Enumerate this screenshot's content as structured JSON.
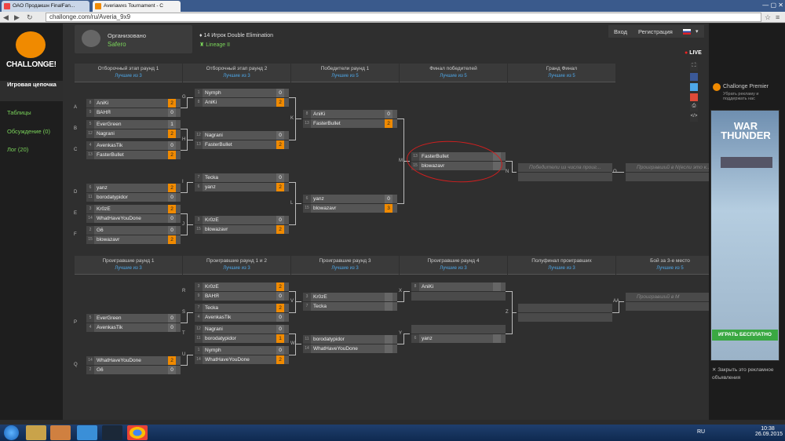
{
  "browser": {
    "tabs": [
      "ОАО Продакшн FinalFan...",
      "Averiawxs Tournament - C"
    ],
    "url": "challonge.com/ru/Averia_9x9",
    "nav_back": "◀",
    "nav_fwd": "▶",
    "reload": "↻",
    "star": "☆",
    "menu": "≡"
  },
  "sidebar": {
    "logo": "CHALLONGE!",
    "items": [
      "Игровая цепочка",
      "Таблицы",
      "Обсуждение (0)",
      "Лог (20)"
    ]
  },
  "header": {
    "org_label": "Организовано",
    "org_name": "Safero",
    "info": "14 Игрок Double Elimination",
    "game": "Lineage II",
    "login": "Вход",
    "register": "Регистрация",
    "live": "LIVE"
  },
  "winners_columns": [
    {
      "title": "Отборочный этап раунд 1",
      "sub": "Лучшие из 3"
    },
    {
      "title": "Отборочный этап раунд 2",
      "sub": "Лучшие из 3"
    },
    {
      "title": "Победители раунд 1",
      "sub": "Лучшие из 5"
    },
    {
      "title": "Финал победителей",
      "sub": "Лучшие из 5"
    },
    {
      "title": "Гранд Финал",
      "sub": "Лучшие из 5"
    }
  ],
  "losers_columns": [
    {
      "title": "Проигравшие раунд 1",
      "sub": "Лучшие из 3"
    },
    {
      "title": "Проигравшие раунд 1 и 2",
      "sub": "Лучшие из 3"
    },
    {
      "title": "Проигравшие раунд 3",
      "sub": "Лучшие из 3"
    },
    {
      "title": "Проигравшие раунд 4",
      "sub": "Лучшие из 3"
    },
    {
      "title": "Полуфинал проигравших",
      "sub": "Лучшие из 3"
    },
    {
      "title": "Бой за 3-е место",
      "sub": "Лучшие из 5"
    }
  ],
  "matches": [
    {
      "label": "A",
      "p1": {
        "seed": "8",
        "name": "AniKi",
        "score": "2",
        "win": true
      },
      "p2": {
        "seed": "9",
        "name": "ВАНЯ",
        "score": "0",
        "win": false
      }
    },
    {
      "label": "B",
      "p1": {
        "seed": "5",
        "name": "EverGreen",
        "score": "1",
        "win": false
      },
      "p2": {
        "seed": "12",
        "name": "Nagrani",
        "score": "2",
        "win": true
      }
    },
    {
      "label": "C",
      "p1": {
        "seed": "4",
        "name": "AvenkasTik",
        "score": "0",
        "win": false
      },
      "p2": {
        "seed": "13",
        "name": "FasterBullet",
        "score": "2",
        "win": true
      }
    },
    {
      "label": "D",
      "p1": {
        "seed": "6",
        "name": "yanz",
        "score": "2",
        "win": true
      },
      "p2": {
        "seed": "11",
        "name": "borodatypidor",
        "score": "0",
        "win": false
      }
    },
    {
      "label": "E",
      "p1": {
        "seed": "3",
        "name": "Kr0zE",
        "score": "2",
        "win": true
      },
      "p2": {
        "seed": "14",
        "name": "WhatHaveYouDone",
        "score": "0",
        "win": false
      }
    },
    {
      "label": "F",
      "p1": {
        "seed": "2",
        "name": "G6",
        "score": "0",
        "win": false
      },
      "p2": {
        "seed": "15",
        "name": "blowazavr",
        "score": "2",
        "win": true
      }
    },
    {
      "label": "G",
      "p1": {
        "seed": "1",
        "name": "Nymph",
        "score": "0",
        "win": false
      },
      "p2": {
        "seed": "8",
        "name": "AniKi",
        "score": "2",
        "win": true
      }
    },
    {
      "label": "H",
      "p1": {
        "seed": "12",
        "name": "Nagrani",
        "score": "0",
        "win": false
      },
      "p2": {
        "seed": "13",
        "name": "FasterBullet",
        "score": "2",
        "win": true
      }
    },
    {
      "label": "I",
      "p1": {
        "seed": "7",
        "name": "Tecka",
        "score": "0",
        "win": false
      },
      "p2": {
        "seed": "6",
        "name": "yanz",
        "score": "2",
        "win": true
      }
    },
    {
      "label": "J",
      "p1": {
        "seed": "3",
        "name": "Kr0zE",
        "score": "0",
        "win": false
      },
      "p2": {
        "seed": "15",
        "name": "blowazavr",
        "score": "2",
        "win": true
      }
    },
    {
      "label": "K",
      "p1": {
        "seed": "8",
        "name": "AniKi",
        "score": "0",
        "win": false
      },
      "p2": {
        "seed": "13",
        "name": "FasterBullet",
        "score": "2",
        "win": true
      }
    },
    {
      "label": "L",
      "p1": {
        "seed": "6",
        "name": "yanz",
        "score": "0",
        "win": false
      },
      "p2": {
        "seed": "15",
        "name": "blowazavr",
        "score": "3",
        "win": true
      }
    },
    {
      "label": "M",
      "p1": {
        "seed": "13",
        "name": "FasterBullet",
        "score": "",
        "win": false
      },
      "p2": {
        "seed": "15",
        "name": "blowazavr",
        "score": "",
        "win": false
      }
    },
    {
      "label": "N",
      "p1": {
        "seed": "",
        "name": "Победители из числа проиг...",
        "score": "",
        "win": false,
        "empty": true
      },
      "p2": {
        "seed": "",
        "name": "",
        "score": "",
        "win": false,
        "empty": true
      }
    },
    {
      "label": "O",
      "p1": {
        "seed": "",
        "name": "Проигравший в N(если это к...",
        "score": "",
        "win": false,
        "empty": true
      },
      "p2": {
        "seed": "",
        "name": "",
        "score": "",
        "win": false,
        "empty": true
      }
    },
    {
      "label": "P",
      "p1": {
        "seed": "5",
        "name": "EverGreen",
        "score": "0",
        "win": false
      },
      "p2": {
        "seed": "4",
        "name": "AvenkasTik",
        "score": "0",
        "win": false
      }
    },
    {
      "label": "Q",
      "p1": {
        "seed": "14",
        "name": "WhatHaveYouDone",
        "score": "2",
        "win": true
      },
      "p2": {
        "seed": "2",
        "name": "G6",
        "score": "0",
        "win": false
      }
    },
    {
      "label": "R",
      "p1": {
        "seed": "3",
        "name": "Kr0zE",
        "score": "2",
        "win": true
      },
      "p2": {
        "seed": "9",
        "name": "ВАНЯ",
        "score": "0",
        "win": false
      }
    },
    {
      "label": "S",
      "p1": {
        "seed": "7",
        "name": "Tecka",
        "score": "2",
        "win": true
      },
      "p2": {
        "seed": "4",
        "name": "AvenkasTik",
        "score": "0",
        "win": false
      }
    },
    {
      "label": "T",
      "p1": {
        "seed": "12",
        "name": "Nagrani",
        "score": "0",
        "win": false
      },
      "p2": {
        "seed": "11",
        "name": "borodatypidor",
        "score": "1",
        "win": true
      }
    },
    {
      "label": "U",
      "p1": {
        "seed": "1",
        "name": "Nymph",
        "score": "0",
        "win": false
      },
      "p2": {
        "seed": "14",
        "name": "WhatHaveYouDone",
        "score": "2",
        "win": true
      }
    },
    {
      "label": "V",
      "p1": {
        "seed": "3",
        "name": "Kr0zE",
        "score": "",
        "win": false
      },
      "p2": {
        "seed": "7",
        "name": "Tecka",
        "score": "",
        "win": false
      }
    },
    {
      "label": "W",
      "p1": {
        "seed": "11",
        "name": "borodatypidor",
        "score": "",
        "win": false
      },
      "p2": {
        "seed": "14",
        "name": "WhatHaveYouDone",
        "score": "",
        "win": false
      }
    },
    {
      "label": "X",
      "p1": {
        "seed": "8",
        "name": "AniKi",
        "score": "",
        "win": false
      },
      "p2": {
        "seed": "",
        "name": "",
        "score": "",
        "win": false,
        "empty": true
      }
    },
    {
      "label": "Y",
      "p1": {
        "seed": "",
        "name": "",
        "score": "",
        "win": false,
        "empty": true
      },
      "p2": {
        "seed": "6",
        "name": "yanz",
        "score": "",
        "win": false
      }
    },
    {
      "label": "Z",
      "p1": {
        "seed": "",
        "name": "",
        "score": "",
        "win": false,
        "empty": true
      },
      "p2": {
        "seed": "",
        "name": "",
        "score": "",
        "win": false,
        "empty": true
      }
    },
    {
      "label": "AA",
      "p1": {
        "seed": "",
        "name": "Проигравший в M",
        "score": "",
        "win": false,
        "empty": true
      },
      "p2": {
        "seed": "",
        "name": "",
        "score": "",
        "win": false,
        "empty": true
      }
    }
  ],
  "ad": {
    "title": "Challonge Premier",
    "sub": "Убрать рекламу и поддержать нас",
    "game_title": "WAR THUNDER",
    "cta": "ИГРАТЬ БЕСПЛАТНО",
    "close": "✕ Закрыть это рекламное объявления"
  },
  "taskbar": {
    "lang": "RU",
    "time": "10:38",
    "date": "26.09.2015"
  },
  "colors": {
    "accent": "#f08a00",
    "link": "#4ea7e8",
    "green": "#7ad35a",
    "highlight": "#d01f1f"
  }
}
